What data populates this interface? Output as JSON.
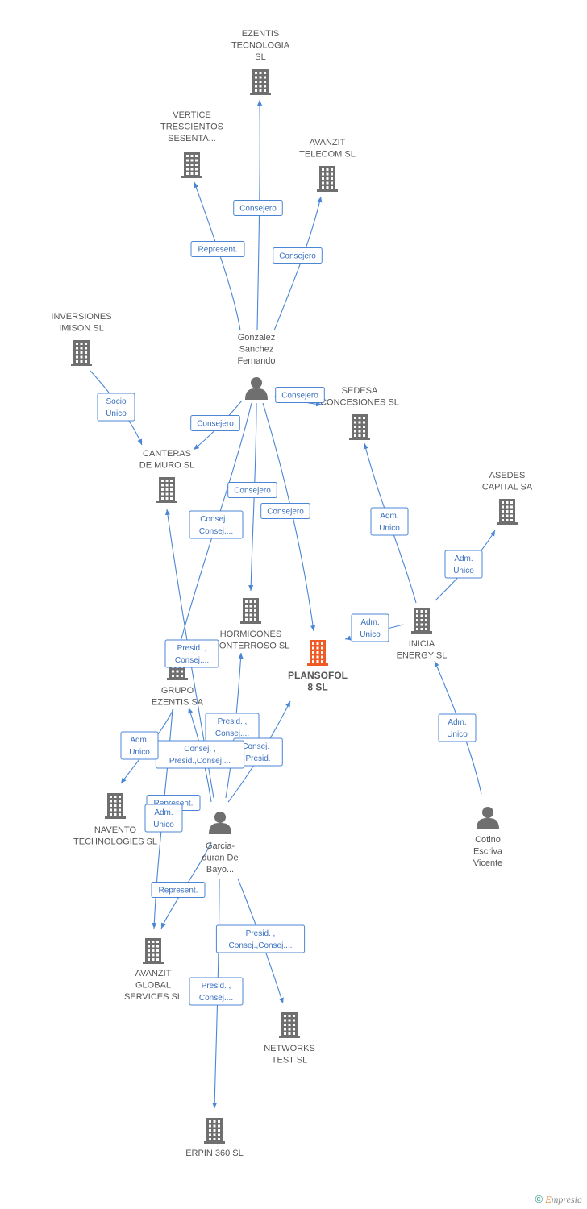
{
  "colors": {
    "edge": "#4a86d4",
    "building": "#6f6f6f",
    "focus": "#f05a24",
    "person": "#6f6f6f"
  },
  "nodes": [
    {
      "id": "ezentis_tec",
      "type": "company",
      "lines": [
        "EZENTIS",
        "TECNOLOGIA",
        "SL"
      ]
    },
    {
      "id": "vertice",
      "type": "company",
      "lines": [
        "VERTICE",
        "TRESCIENTOS",
        "SESENTA..."
      ]
    },
    {
      "id": "avanzit_tel",
      "type": "company",
      "lines": [
        "AVANZIT",
        "TELECOM SL"
      ]
    },
    {
      "id": "inversiones",
      "type": "company",
      "lines": [
        "INVERSIONES",
        "IMISON SL"
      ]
    },
    {
      "id": "gonzalez",
      "type": "person",
      "lines": [
        "Gonzalez",
        "Sanchez",
        "Fernando"
      ]
    },
    {
      "id": "sedesa",
      "type": "company",
      "lines": [
        "SEDESA",
        "CONCESIONES SL"
      ]
    },
    {
      "id": "canteras",
      "type": "company",
      "lines": [
        "CANTERAS",
        "DE MURO SL"
      ]
    },
    {
      "id": "asedes",
      "type": "company",
      "lines": [
        "ASEDES",
        "CAPITAL SA"
      ]
    },
    {
      "id": "hormigones",
      "type": "company",
      "lines": [
        "HORMIGONES",
        "MONTERROSO SL"
      ]
    },
    {
      "id": "inicia",
      "type": "company",
      "lines": [
        "INICIA",
        "ENERGY  SL"
      ]
    },
    {
      "id": "plansofol",
      "type": "focus",
      "lines": [
        "PLANSOFOL",
        "8 SL"
      ]
    },
    {
      "id": "grupo",
      "type": "company",
      "lines": [
        "GRUPO",
        "EZENTIS SA"
      ]
    },
    {
      "id": "navento",
      "type": "company",
      "lines": [
        "NAVENTO",
        "TECHNOLOGIES SL"
      ]
    },
    {
      "id": "garcia",
      "type": "person",
      "lines": [
        "Garcia-",
        "duran De",
        "Bayo..."
      ]
    },
    {
      "id": "cotino",
      "type": "person",
      "lines": [
        "Cotino",
        "Escriva",
        "Vicente"
      ]
    },
    {
      "id": "avanzit_glob",
      "type": "company",
      "lines": [
        "AVANZIT",
        "GLOBAL",
        "SERVICES  SL"
      ]
    },
    {
      "id": "networks",
      "type": "company",
      "lines": [
        "NETWORKS",
        "TEST SL"
      ]
    },
    {
      "id": "erpin",
      "type": "company",
      "lines": [
        "ERPIN 360  SL"
      ]
    }
  ],
  "edges": [
    {
      "from": "gonzalez",
      "to": "ezentis_tec",
      "label": [
        "Consejero"
      ]
    },
    {
      "from": "gonzalez",
      "to": "vertice",
      "label": [
        "Represent."
      ]
    },
    {
      "from": "gonzalez",
      "to": "avanzit_tel",
      "label": [
        "Consejero"
      ]
    },
    {
      "from": "inversiones",
      "to": "canteras",
      "label": [
        "Socio",
        "Único"
      ]
    },
    {
      "from": "gonzalez",
      "to": "sedesa",
      "label": [
        "Consejero"
      ]
    },
    {
      "from": "gonzalez",
      "to": "canteras",
      "label": [
        "Consejero"
      ]
    },
    {
      "from": "gonzalez",
      "to": "hormigones",
      "label": [
        "Consejero"
      ]
    },
    {
      "from": "gonzalez",
      "to": "plansofol",
      "label": [
        "Consejero"
      ]
    },
    {
      "from": "gonzalez",
      "to": "grupo",
      "label": [
        "Consej. ,",
        "Consej...."
      ]
    },
    {
      "from": "inicia",
      "to": "sedesa",
      "label": [
        "Adm.",
        "Unico"
      ]
    },
    {
      "from": "inicia",
      "to": "asedes",
      "label": [
        "Adm.",
        "Unico"
      ]
    },
    {
      "from": "inicia",
      "to": "plansofol",
      "label": [
        "Adm.",
        "Unico"
      ]
    },
    {
      "from": "cotino",
      "to": "inicia",
      "label": [
        "Adm.",
        "Unico"
      ]
    },
    {
      "from": "garcia",
      "to": "canteras",
      "label": [
        "Presid. ,",
        "Consej...."
      ]
    },
    {
      "from": "garcia",
      "to": "hormigones",
      "label": [
        "Presid. ,",
        "Consej...."
      ]
    },
    {
      "from": "garcia",
      "to": "plansofol",
      "label": [
        "Consej. ,",
        "Presid."
      ]
    },
    {
      "from": "garcia",
      "to": "grupo",
      "label": [
        "Consej. ,",
        "Presid.,Consej...."
      ]
    },
    {
      "from": "grupo",
      "to": "navento",
      "label": [
        "Adm.",
        "Unico"
      ]
    },
    {
      "from": "garcia",
      "to": "navento",
      "label": [
        "Represent."
      ]
    },
    {
      "from": "grupo",
      "to": "avanzit_glob",
      "label": [
        "Adm.",
        "Unico"
      ]
    },
    {
      "from": "garcia",
      "to": "avanzit_glob",
      "label": [
        "Represent."
      ]
    },
    {
      "from": "garcia",
      "to": "networks",
      "label": [
        "Presid. ,",
        "Consej.,Consej...."
      ]
    },
    {
      "from": "garcia",
      "to": "erpin",
      "label": [
        "Presid. ,",
        "Consej...."
      ]
    }
  ],
  "footer": {
    "copyright": "©",
    "brand_first": "E",
    "brand_rest": "mpresia"
  }
}
